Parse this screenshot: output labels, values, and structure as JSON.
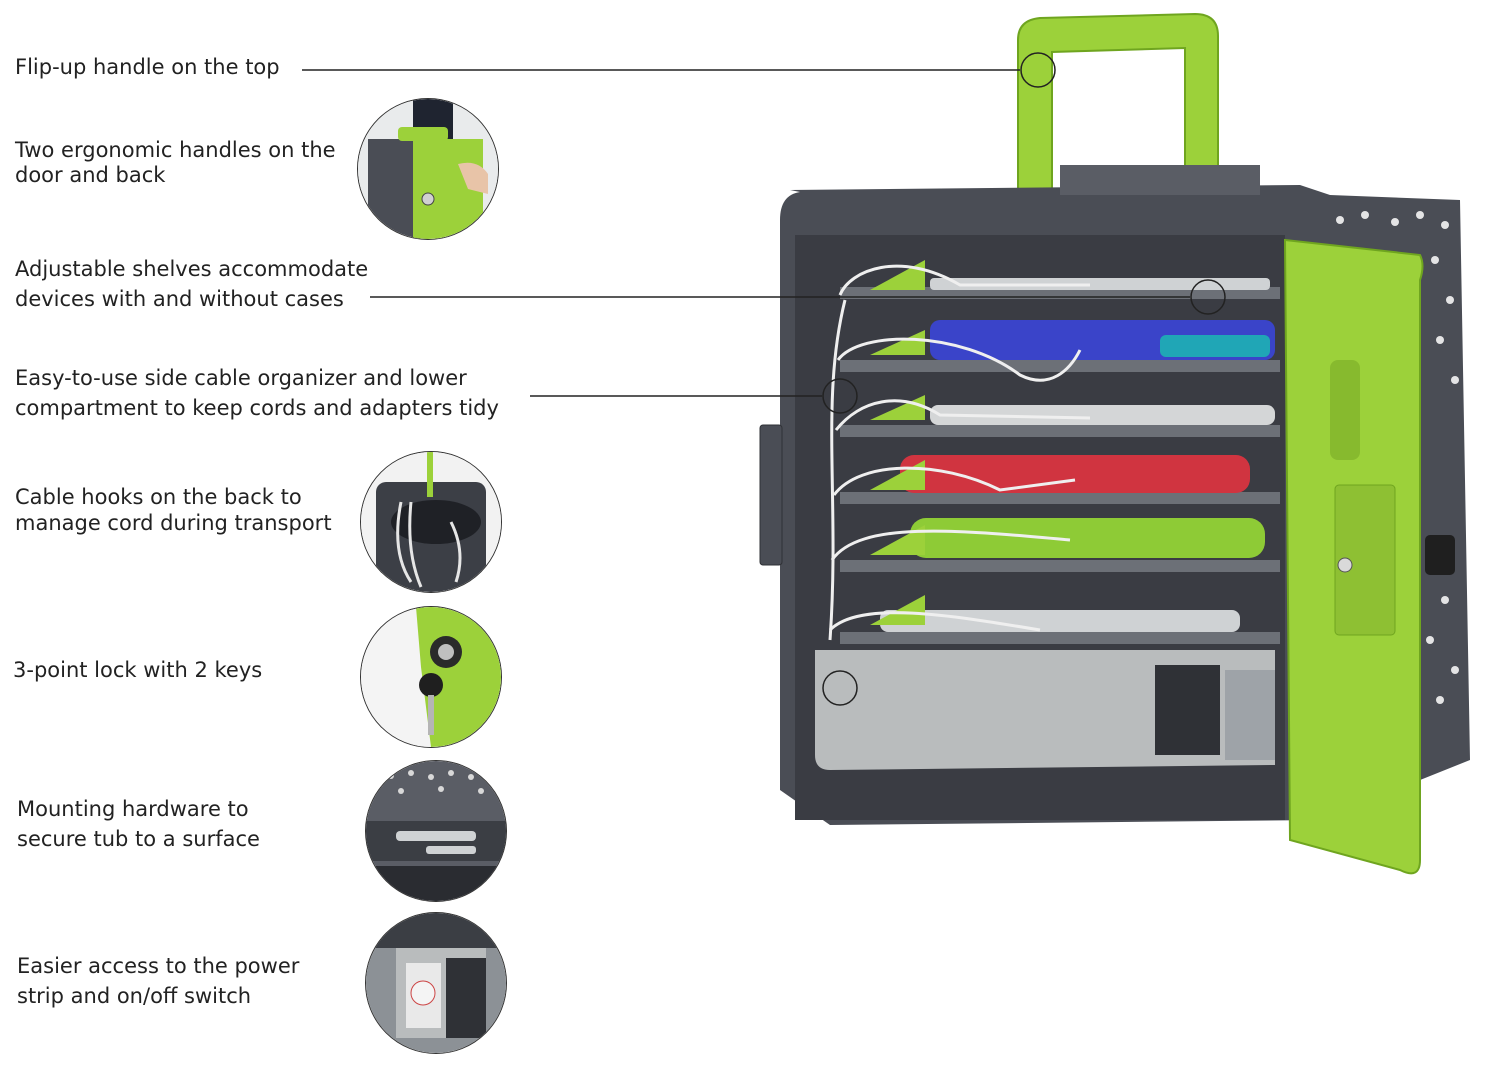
{
  "features": [
    {
      "id": "handle-top",
      "text": "Flip-up handle on the top"
    },
    {
      "id": "ergonomic-handles",
      "line1": "Two ergonomic handles on the",
      "line2": "door and back"
    },
    {
      "id": "shelves",
      "line1": "Adjustable shelves accommodate",
      "line2": "devices with and without cases"
    },
    {
      "id": "cable-organizer",
      "line1": "Easy-to-use side cable organizer and lower",
      "line2": "compartment to keep cords and adapters tidy"
    },
    {
      "id": "cable-hooks",
      "line1": "Cable hooks on the back to",
      "line2": "manage cord during transport"
    },
    {
      "id": "lock",
      "text": "3-point lock with 2 keys"
    },
    {
      "id": "mounting",
      "line1": "Mounting hardware to",
      "line2": "secure tub to a surface"
    },
    {
      "id": "power",
      "line1": "Easier access to the power",
      "line2": "strip and on/off switch"
    }
  ],
  "colors": {
    "green": "#9cd13a",
    "dark_green": "#6fa51f",
    "gray_body": "#4a4d55",
    "gray_light": "#9ea3a8",
    "tray": "#b9bcbd"
  },
  "thumb_icons": [
    "hand-carry-icon",
    "cable-hook-icon",
    "lock-key-icon",
    "mounting-bracket-icon",
    "power-strip-icon"
  ]
}
